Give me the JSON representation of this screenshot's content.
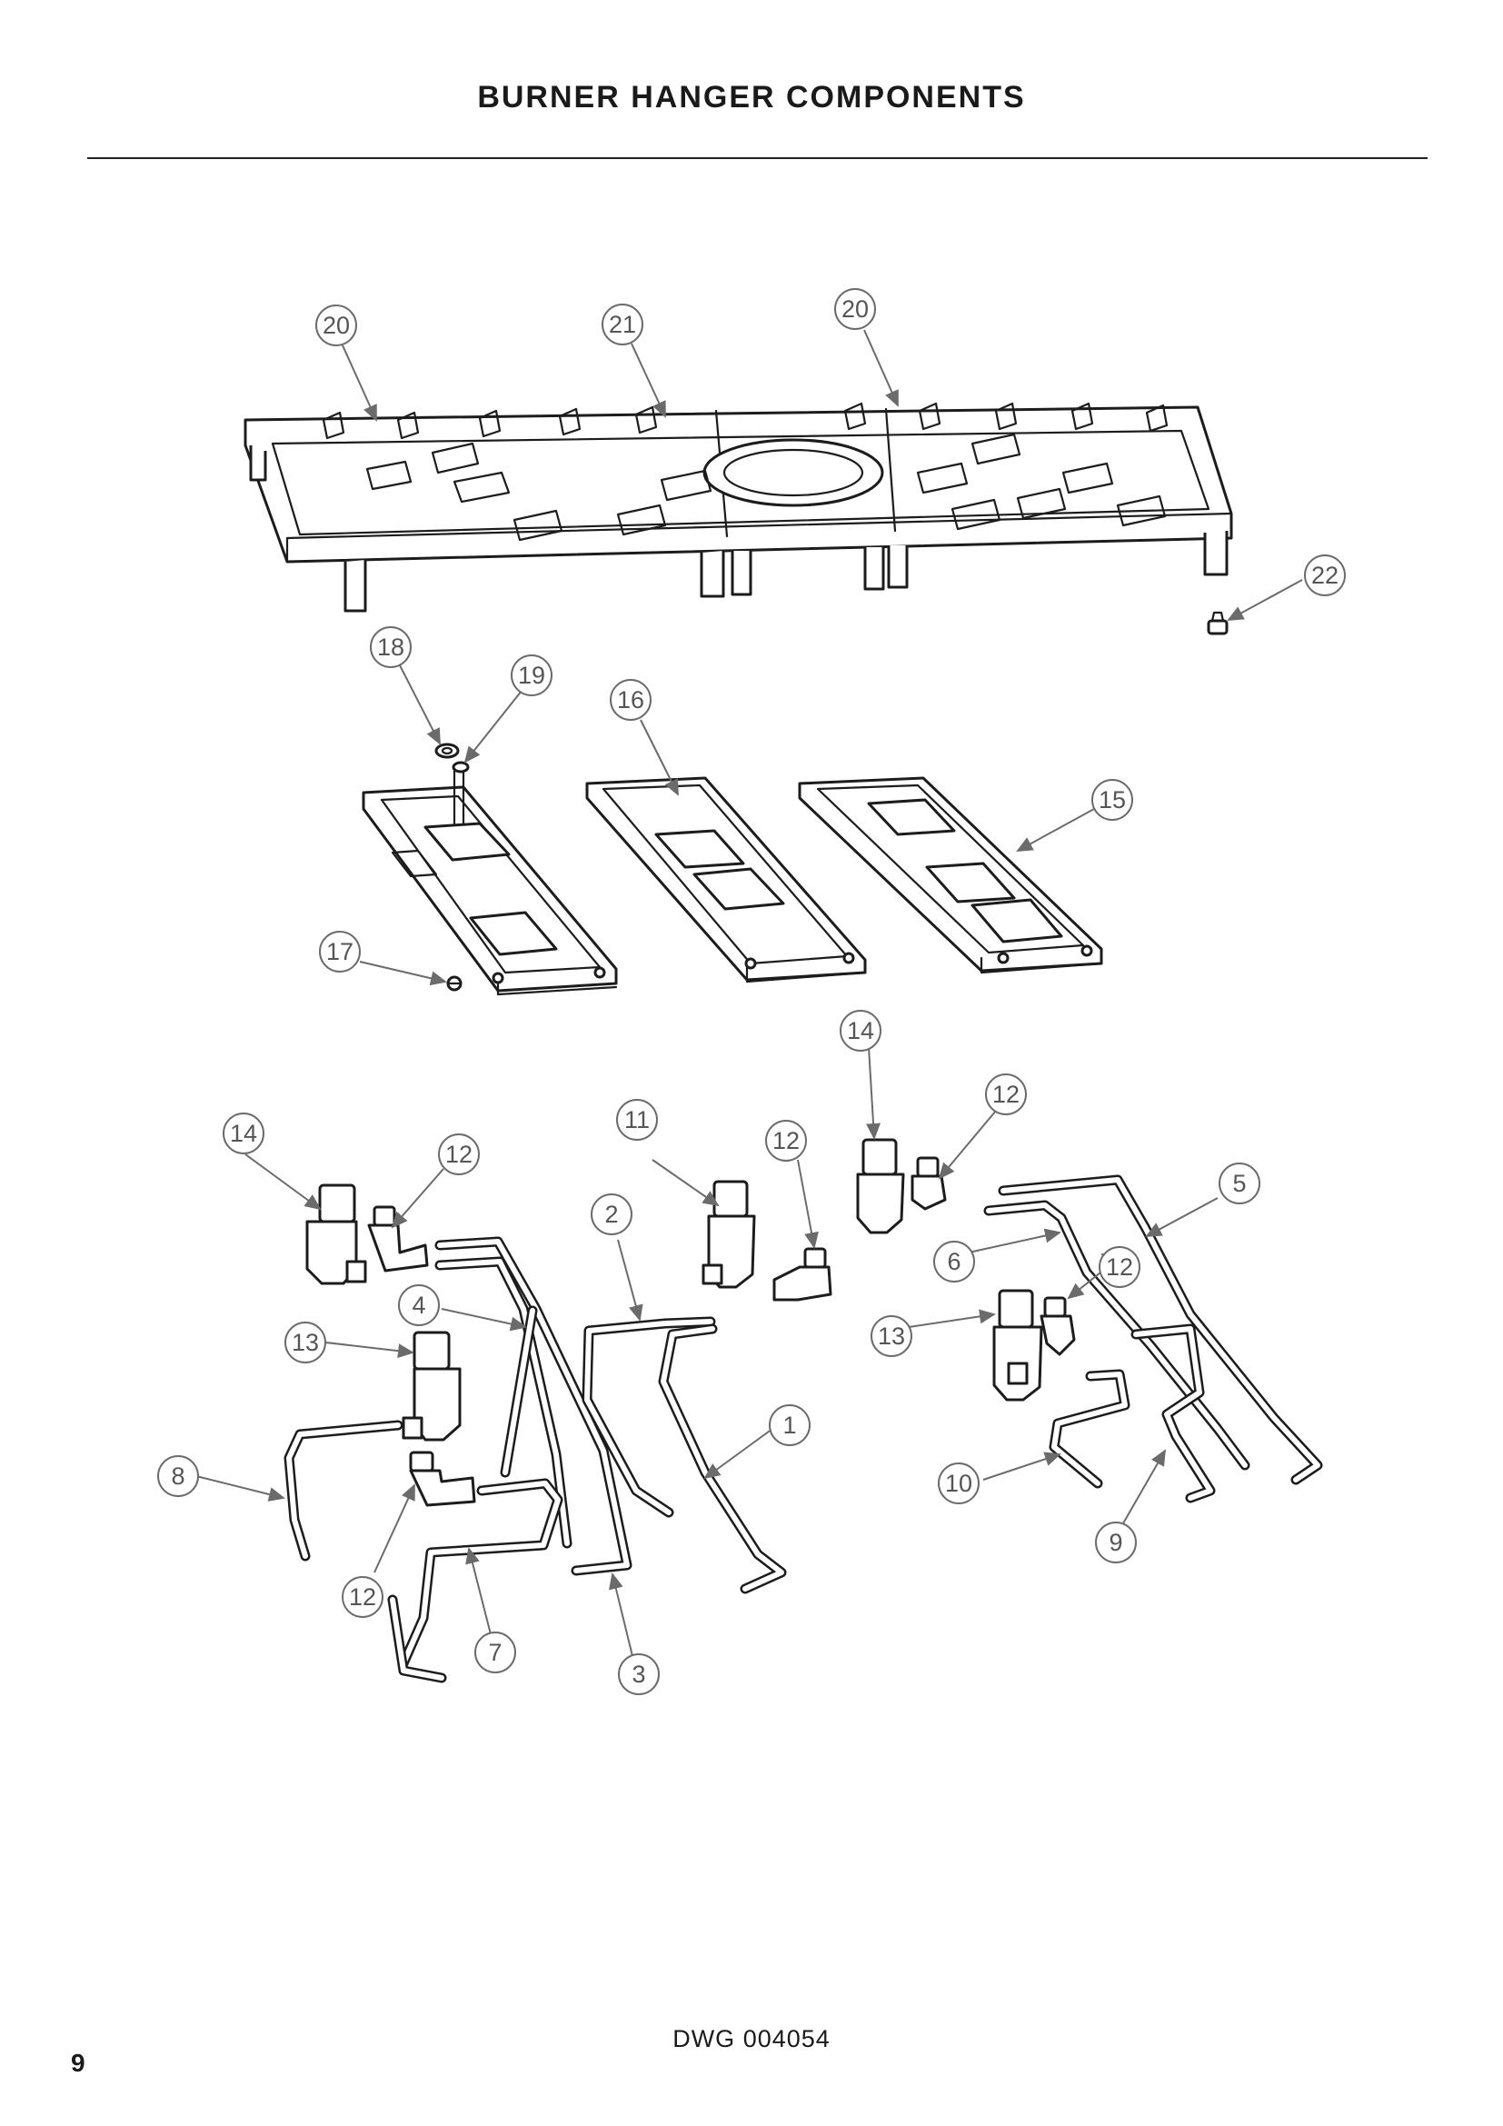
{
  "header": {
    "title": "BURNER HANGER COMPONENTS"
  },
  "footer": {
    "drawing_number": "DWG 004054",
    "page_number": "9"
  },
  "callouts": [
    "20",
    "21",
    "20",
    "22",
    "18",
    "19",
    "16",
    "15",
    "17",
    "14",
    "12",
    "11",
    "12",
    "14",
    "12",
    "5",
    "2",
    "6",
    "12",
    "4",
    "13",
    "13",
    "1",
    "8",
    "12",
    "10",
    "9",
    "12",
    "7",
    "3"
  ],
  "colors": {
    "ink": "#1c1c1c",
    "callout": "#6b6b6b"
  }
}
